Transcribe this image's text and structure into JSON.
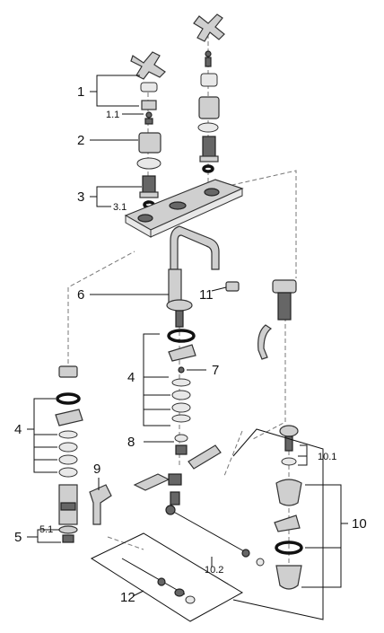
{
  "labels": {
    "l1": "1",
    "l1_1": "1.1",
    "l2": "2",
    "l3": "3",
    "l3_1": "3.1",
    "l4a": "4",
    "l4b": "4",
    "l5": "5",
    "l5_1": "5.1",
    "l6": "6",
    "l7": "7",
    "l8": "8",
    "l9": "9",
    "l10": "10",
    "l10_1": "10.1",
    "l10_2": "10.2",
    "l11": "11",
    "l12": "12"
  }
}
